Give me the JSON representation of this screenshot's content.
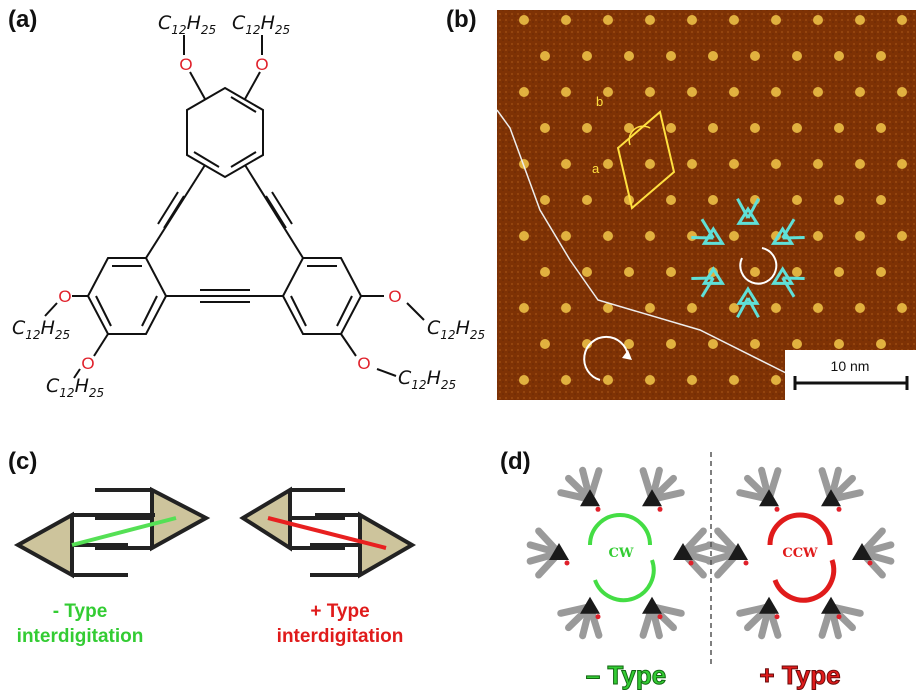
{
  "panels": {
    "a": {
      "label": "(a)"
    },
    "b": {
      "label": "(b)"
    },
    "c": {
      "label": "(c)"
    },
    "d": {
      "label": "(d)"
    }
  },
  "molecule": {
    "oxygen": "O",
    "chain_main": "C",
    "chain_c_sub": "12",
    "chain_h": "H",
    "chain_h_sub": "25"
  },
  "stm": {
    "lattice_a": "a",
    "lattice_b": "b",
    "scale_bar": "10 nm"
  },
  "interdigitation": {
    "minus_line1": "- Type",
    "minus_line2": "interdigitation",
    "plus_line1": "+ Type",
    "plus_line2": "interdigitation"
  },
  "chirality": {
    "cw": "CW",
    "ccw": "CCW",
    "minus_type": "– Type",
    "plus_type": "+ Type"
  },
  "colors": {
    "oxygen_red": "#e0202a",
    "green": "#33cc33",
    "red": "#e01b1b",
    "stm_bg": "#8a3a06",
    "khaki": "#cdc49c"
  }
}
